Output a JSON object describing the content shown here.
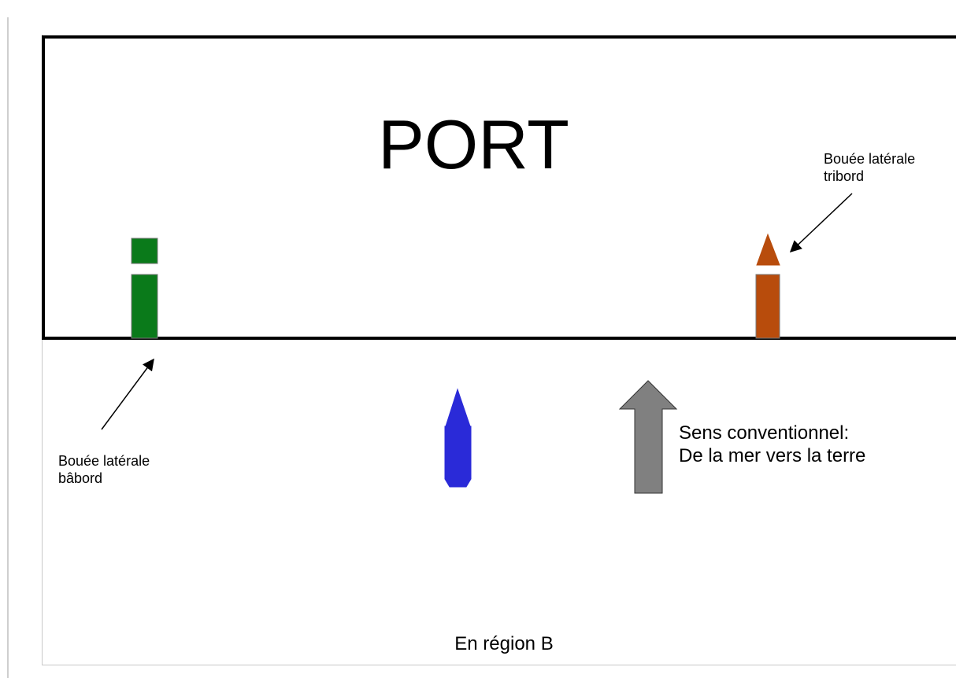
{
  "port": {
    "title": "PORT"
  },
  "labels": {
    "tribord_line1": "Bouée latérale",
    "tribord_line2": "tribord",
    "babord_line1": "Bouée latérale",
    "babord_line2": "bâbord",
    "sens_line1": "Sens conventionnel:",
    "sens_line2": "De la mer vers la terre",
    "region": "En région B"
  },
  "colors": {
    "port_buoy": "#0a7a1a",
    "starboard_buoy": "#b84c0c",
    "boat": "#2a2ad8",
    "direction_arrow": "#808080"
  }
}
